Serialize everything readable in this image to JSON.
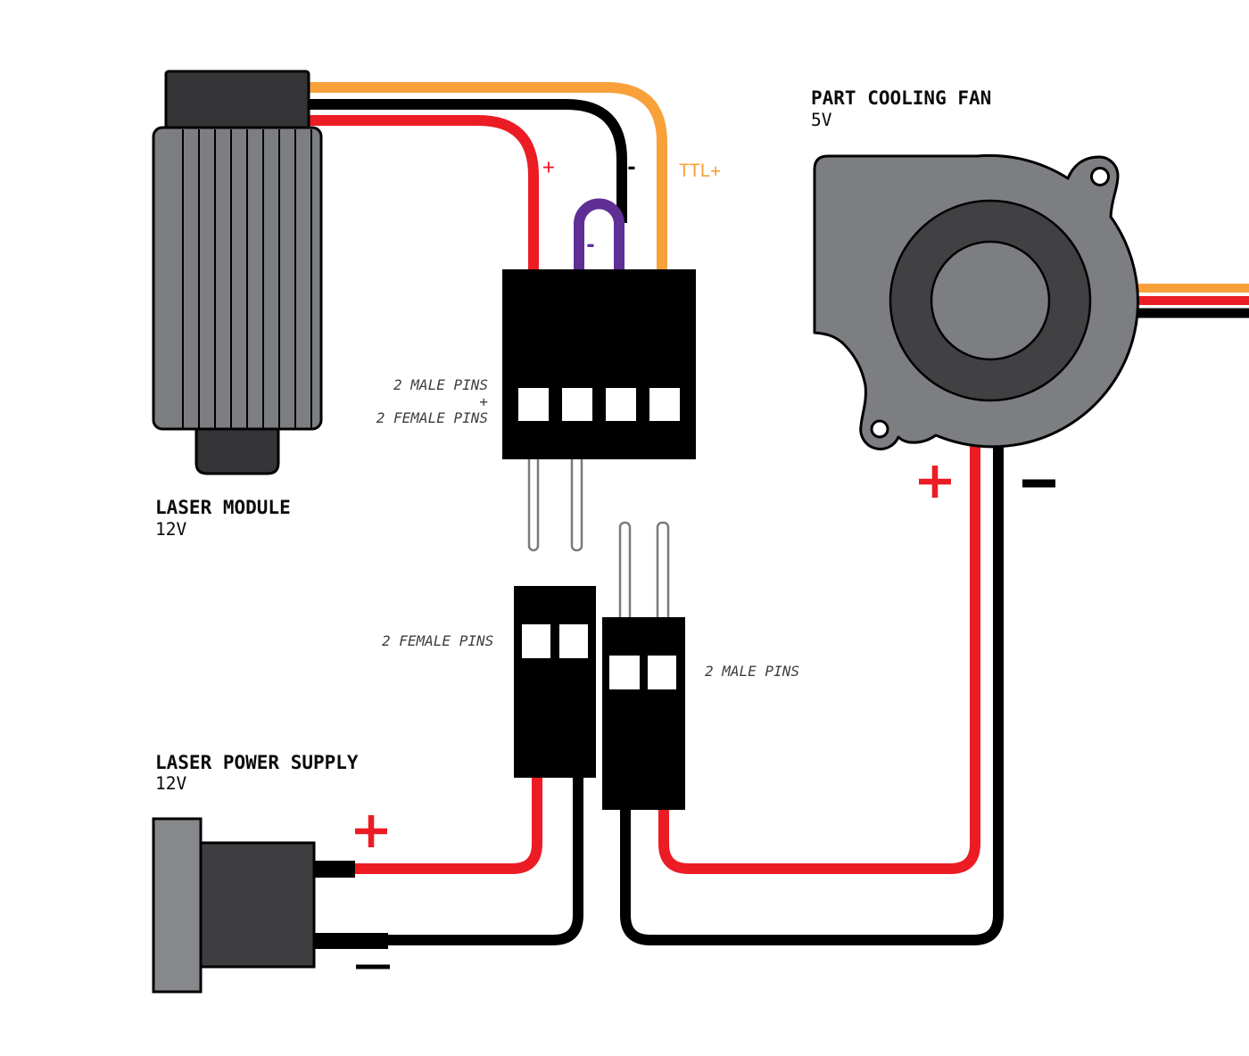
{
  "labels": {
    "laser_module": {
      "title": "LASER MODULE",
      "voltage": "12V"
    },
    "part_cooling_fan": {
      "title": "PART COOLING FAN",
      "voltage": "5V"
    },
    "laser_power_supply": {
      "title": "LASER POWER SUPPLY",
      "voltage": "12V"
    },
    "combo_connector": {
      "line1": "2 MALE PINS",
      "line2": "+",
      "line3": "2 FEMALE PINS"
    },
    "female_connector": "2 FEMALE PINS",
    "male_connector": "2 MALE PINS",
    "laser_wires": {
      "positive": "+",
      "negative": "-",
      "ttl": "TTL+",
      "jumper_negative": "-"
    },
    "fan_polarity": {
      "positive": "+",
      "negative": "−"
    },
    "psu_polarity": {
      "positive": "+",
      "negative": "−"
    }
  },
  "colors": {
    "wire_red": "#EC1C24",
    "wire_orange": "#F8A13B",
    "wire_purple": "#5F2F96",
    "wire_black": "#000000",
    "body_gray": "#7D7E82",
    "dark_gray": "#353538",
    "fan_ring_gray": "#414043",
    "psu_plate_gray": "#87888C",
    "label_gray": "#3e3e40"
  }
}
